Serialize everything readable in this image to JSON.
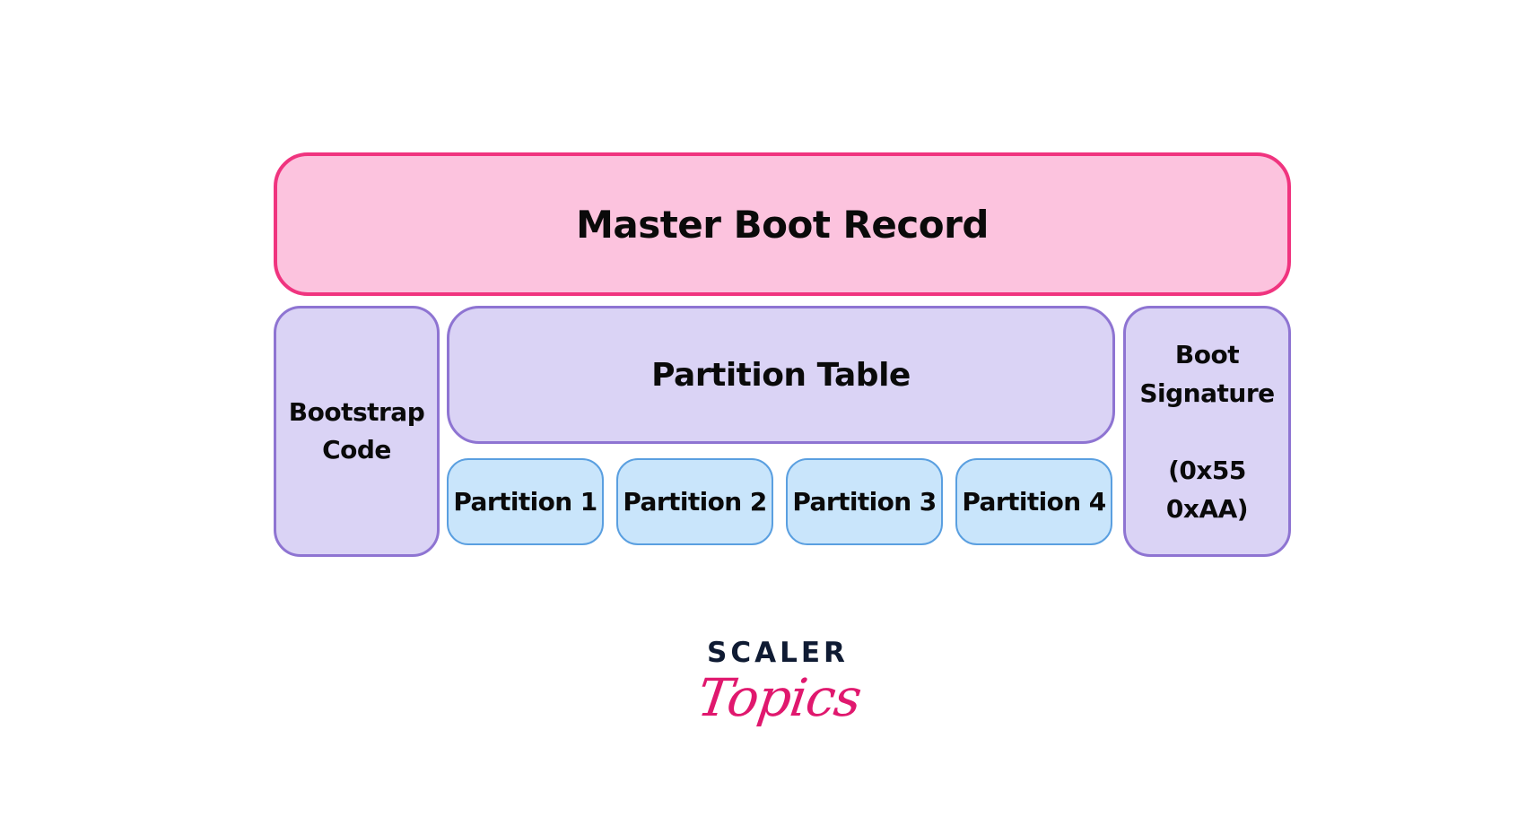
{
  "diagram": {
    "title": "Master Boot Record",
    "components": {
      "bootstrap": [
        "Bootstrap",
        "Code"
      ],
      "partition_table": "Partition Table",
      "partitions": [
        "Partition 1",
        "Partition 2",
        "Partition 3",
        "Partition 4"
      ],
      "boot_signature": {
        "label": [
          "Boot",
          "Signature"
        ],
        "value": [
          "(0x55",
          "0xAA)"
        ]
      }
    }
  },
  "colors": {
    "mbr_fill": "#FCC3DE",
    "mbr_border": "#F0347F",
    "section_fill": "#DAD3F5",
    "section_border": "#8E74D2",
    "partition_fill": "#C9E5FB",
    "partition_border": "#5A9FE0",
    "logo_primary": "#0F1B33",
    "logo_accent": "#E0186E"
  },
  "logo": {
    "line1": "SCALER",
    "line2": "Topics"
  }
}
